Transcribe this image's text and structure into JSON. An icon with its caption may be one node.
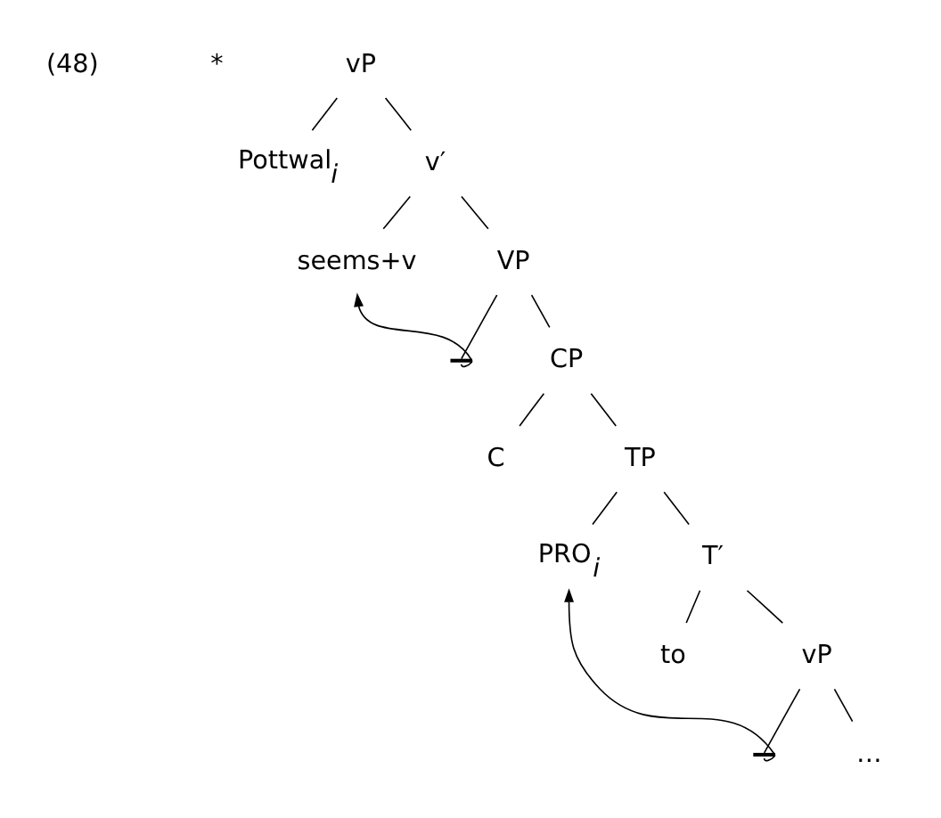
{
  "diagram": {
    "nodes": [
      {
        "text": [
          "vP"
        ]
      },
      {
        "text": [
          "Pottwal$_{i}$"
        ]
      },
      {
        "text": [
          "v′"
        ]
      },
      {
        "text": [
          "seems+v"
        ]
      },
      {
        "text": [
          "VP"
        ]
      },
      {
        "text": [],
        "shape": "bar"
      },
      {
        "text": [
          "CP"
        ]
      },
      {
        "text": [
          "C"
        ]
      },
      {
        "text": [
          "TP"
        ]
      },
      {
        "text": [
          "PRO$_{i}$"
        ]
      },
      {
        "text": [
          "T′"
        ]
      },
      {
        "text": [
          "to"
        ]
      },
      {
        "text": [
          "vP"
        ]
      },
      {
        "text": [],
        "shape": "bar"
      },
      {
        "text": [
          "…"
        ]
      }
    ],
    "edges": [
      {
        "from": 0,
        "to": 1,
        "arrow": "none"
      },
      {
        "from": 0,
        "to": 2,
        "arrow": "none"
      },
      {
        "from": 2,
        "to": 3,
        "arrow": "none"
      },
      {
        "from": 2,
        "to": 4,
        "arrow": "none"
      },
      {
        "from": 4,
        "to": 5,
        "arrow": "none"
      },
      {
        "from": 4,
        "to": 6,
        "arrow": "none"
      },
      {
        "from": 6,
        "to": 7,
        "arrow": "none"
      },
      {
        "from": 6,
        "to": 8,
        "arrow": "none"
      },
      {
        "from": 8,
        "to": 9,
        "arrow": "none"
      },
      {
        "from": 8,
        "to": 10,
        "arrow": "none"
      },
      {
        "from": 10,
        "to": 11,
        "arrow": "none"
      },
      {
        "from": 10,
        "to": 12,
        "arrow": "none"
      },
      {
        "from": 12,
        "to": 13,
        "arrow": "none"
      },
      {
        "from": 12,
        "to": 14,
        "arrow": "none"
      },
      {
        "from": 5,
        "to": 3,
        "arrow": "to"
      },
      {
        "from": 13,
        "to": 9,
        "arrow": "to"
      }
    ],
    "labels": [
      "(48)",
      "*"
    ]
  }
}
